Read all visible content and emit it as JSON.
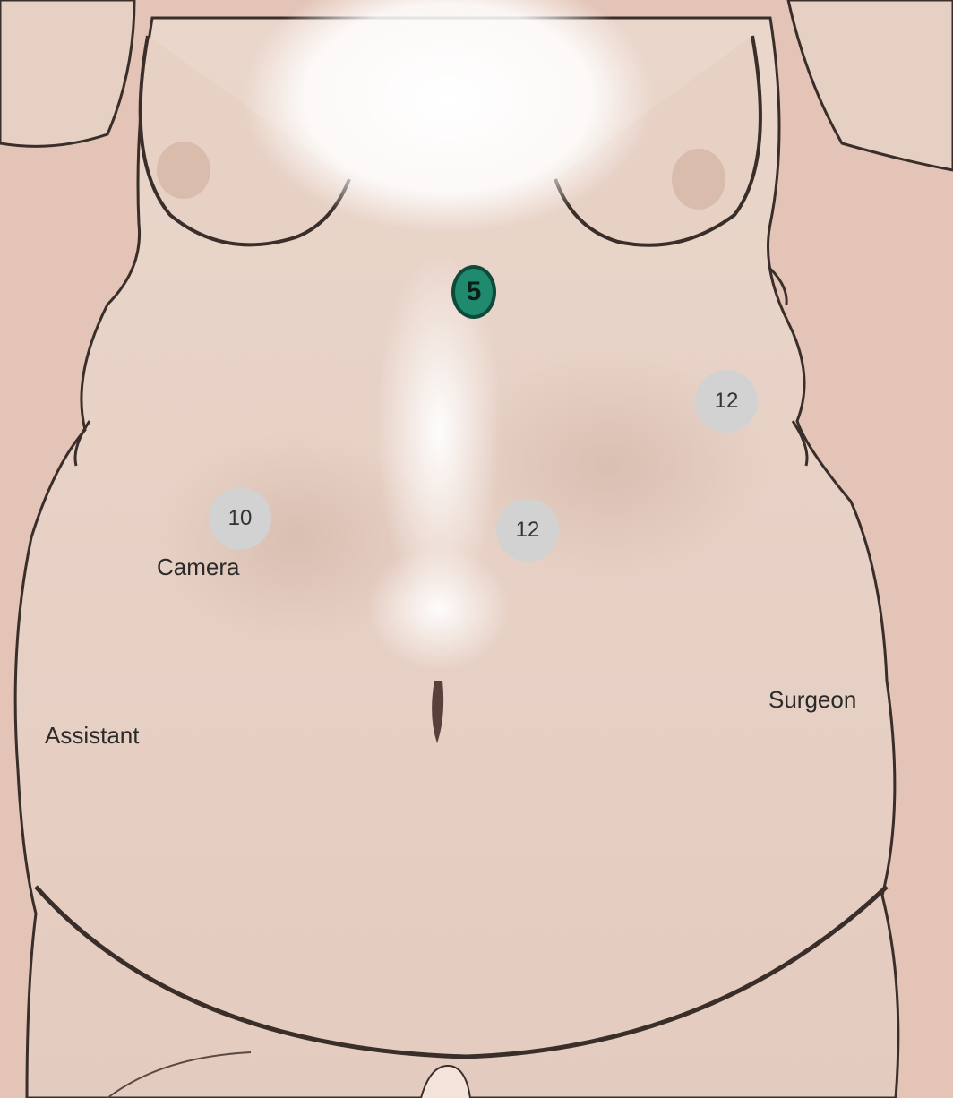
{
  "colors": {
    "background": "#e3c4b6",
    "skin": "#e8d2c6",
    "outline": "#3a2e2a",
    "port_gray": "#d2d2d2",
    "port_green": "#1f8a6e"
  },
  "ports": {
    "epigastric": {
      "size": "5",
      "color": "green"
    },
    "left_upper": {
      "size": "12",
      "color": "gray"
    },
    "right_mid": {
      "size": "10",
      "color": "gray"
    },
    "center": {
      "size": "12",
      "color": "gray"
    }
  },
  "labels": {
    "camera": "Camera",
    "assistant": "Assistant",
    "surgeon": "Surgeon"
  }
}
